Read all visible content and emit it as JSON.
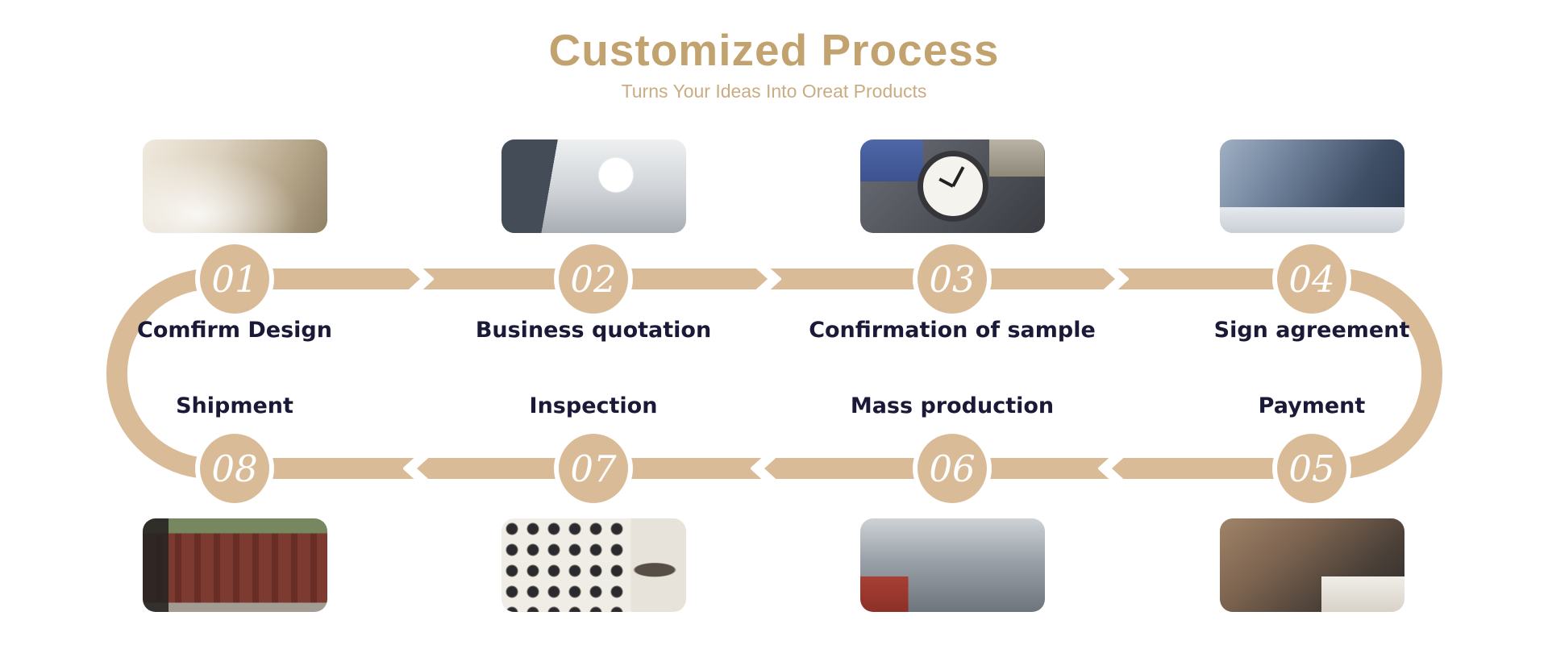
{
  "page": {
    "title": "Customized Process",
    "subtitle": "Turns Your Ideas Into Oreat Products"
  },
  "colors": {
    "accent_band": "#d9bc97",
    "title_text": "#c2a26e",
    "label_text": "#1a1a38",
    "background": "#ffffff"
  },
  "icons": {
    "forward_arrow": "chevron-right",
    "backward_arrow": "chevron-left"
  },
  "steps": [
    {
      "number": "01",
      "label": "Comfirm Design",
      "photo": "design-drafting-photo"
    },
    {
      "number": "02",
      "label": "Business quotation",
      "photo": "office-support-photo"
    },
    {
      "number": "03",
      "label": "Confirmation of sample",
      "photo": "clock-sample-photo"
    },
    {
      "number": "04",
      "label": "Sign agreement",
      "photo": "handshake-photo"
    },
    {
      "number": "05",
      "label": "Payment",
      "photo": "card-payment-photo"
    },
    {
      "number": "06",
      "label": "Mass production",
      "photo": "factory-floor-photo"
    },
    {
      "number": "07",
      "label": "Inspection",
      "photo": "gauge-wall-photo"
    },
    {
      "number": "08",
      "label": "Shipment",
      "photo": "container-loading-photo"
    }
  ]
}
